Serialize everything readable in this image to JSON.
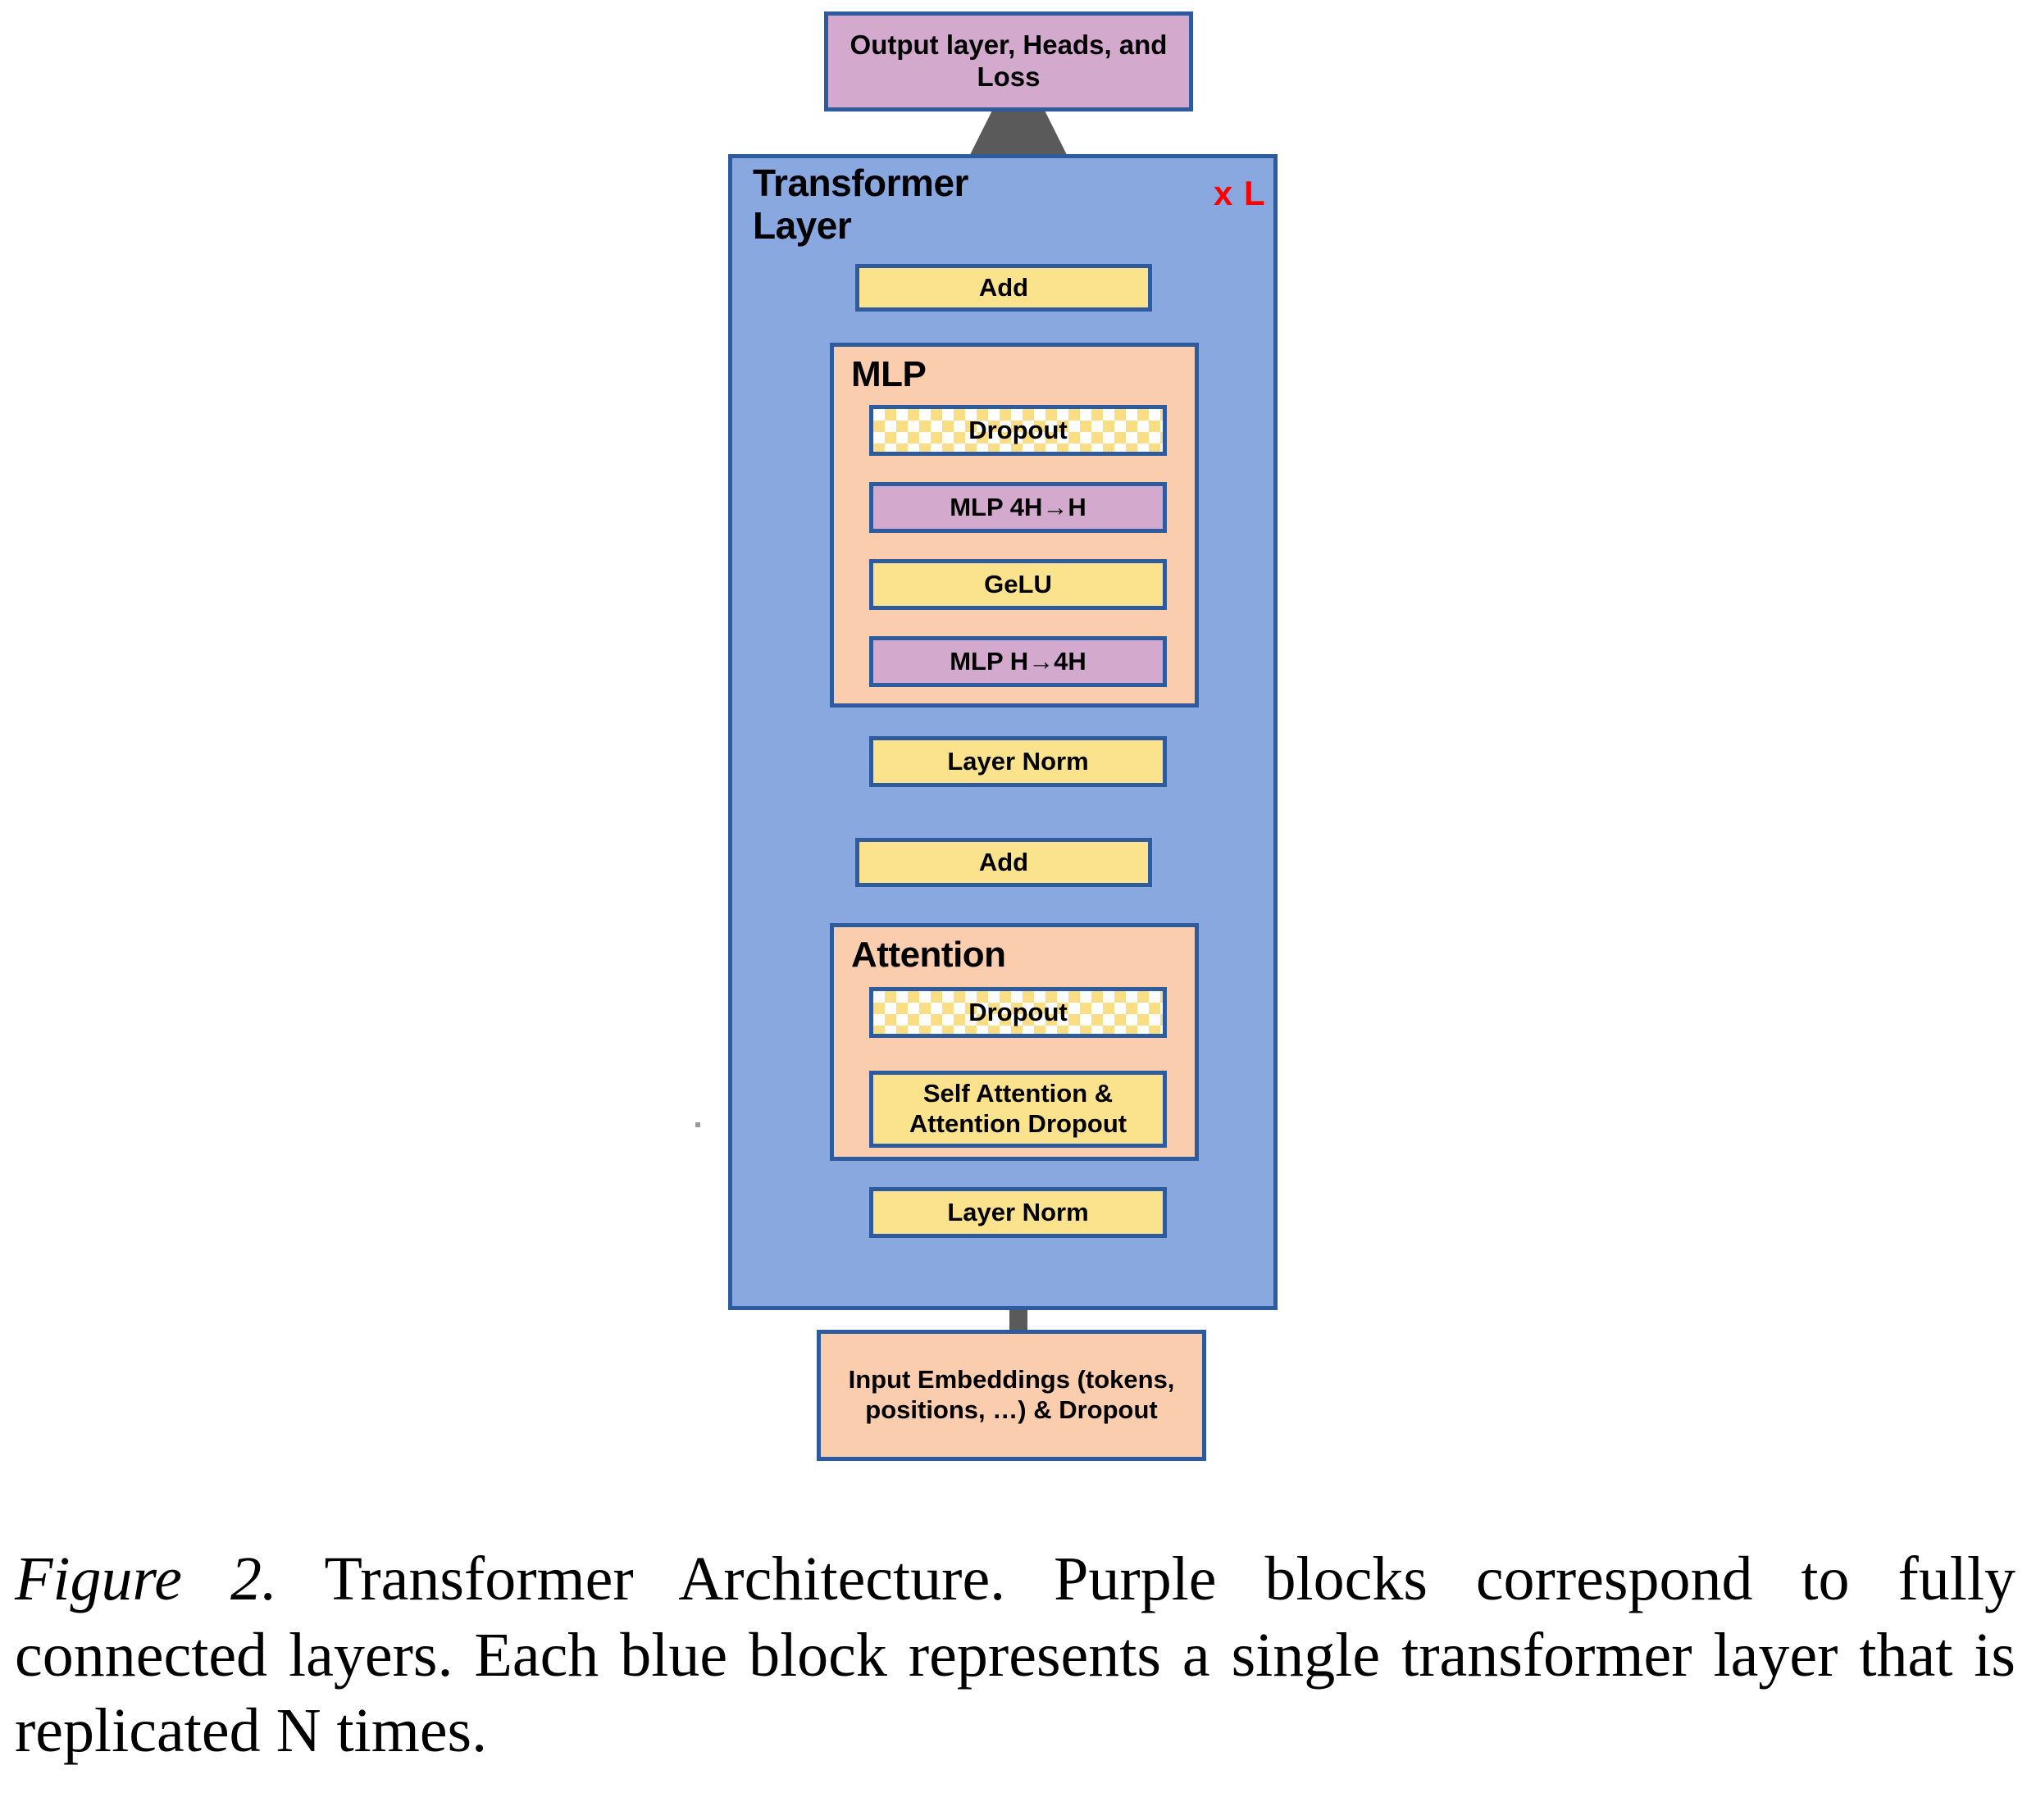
{
  "figure": {
    "title_label": "Figure 2.",
    "caption_text": " Transformer Architecture. Purple blocks correspond to fully connected layers. Each blue block represents a single transformer layer that is replicated N times."
  },
  "diagram": {
    "type": "flowchart",
    "output_block": {
      "label": "Output layer, Heads, and Loss",
      "color": "#D3A9CE",
      "kind": "fully-connected"
    },
    "transformer_layer": {
      "label": "Transformer Layer",
      "repeat_label": "x L",
      "repeat_color": "#FF0000",
      "color": "#8AA8E0"
    },
    "mlp_group": {
      "label": "MLP",
      "color": "#FACDAF",
      "blocks": [
        {
          "label": "Dropout",
          "color": "checker",
          "kind": "dropout"
        },
        {
          "label": "MLP 4H→H",
          "color": "#D3A9CE",
          "kind": "fully-connected"
        },
        {
          "label": "GeLU",
          "color": "#FBE38E",
          "kind": "activation"
        },
        {
          "label": "MLP H→4H",
          "color": "#D3A9CE",
          "kind": "fully-connected"
        }
      ]
    },
    "attention_group": {
      "label": "Attention",
      "color": "#FACDAF",
      "blocks": [
        {
          "label": "Dropout",
          "color": "checker",
          "kind": "dropout"
        },
        {
          "label": "Self Attention & Attention Dropout",
          "label_line1": "Self Attention &",
          "label_line2": "Attention Dropout",
          "color": "#FBE38E",
          "kind": "attention"
        }
      ]
    },
    "add_top": {
      "label": "Add",
      "color": "#FBE38E"
    },
    "add_bottom": {
      "label": "Add",
      "color": "#FBE38E"
    },
    "layer_norm_top": {
      "label": "Layer Norm",
      "color": "#FBE38E"
    },
    "layer_norm_bottom": {
      "label": "Layer Norm",
      "color": "#FBE38E"
    },
    "input_block": {
      "label": "Input Embeddings (tokens, positions, …) & Dropout",
      "label_line1": "Input Embeddings (tokens,",
      "label_line2": "positions, …) & Dropout",
      "color": "#FACDAF"
    },
    "arrow_color": "#5A5A5A",
    "border_color": "#2E5B9E"
  }
}
